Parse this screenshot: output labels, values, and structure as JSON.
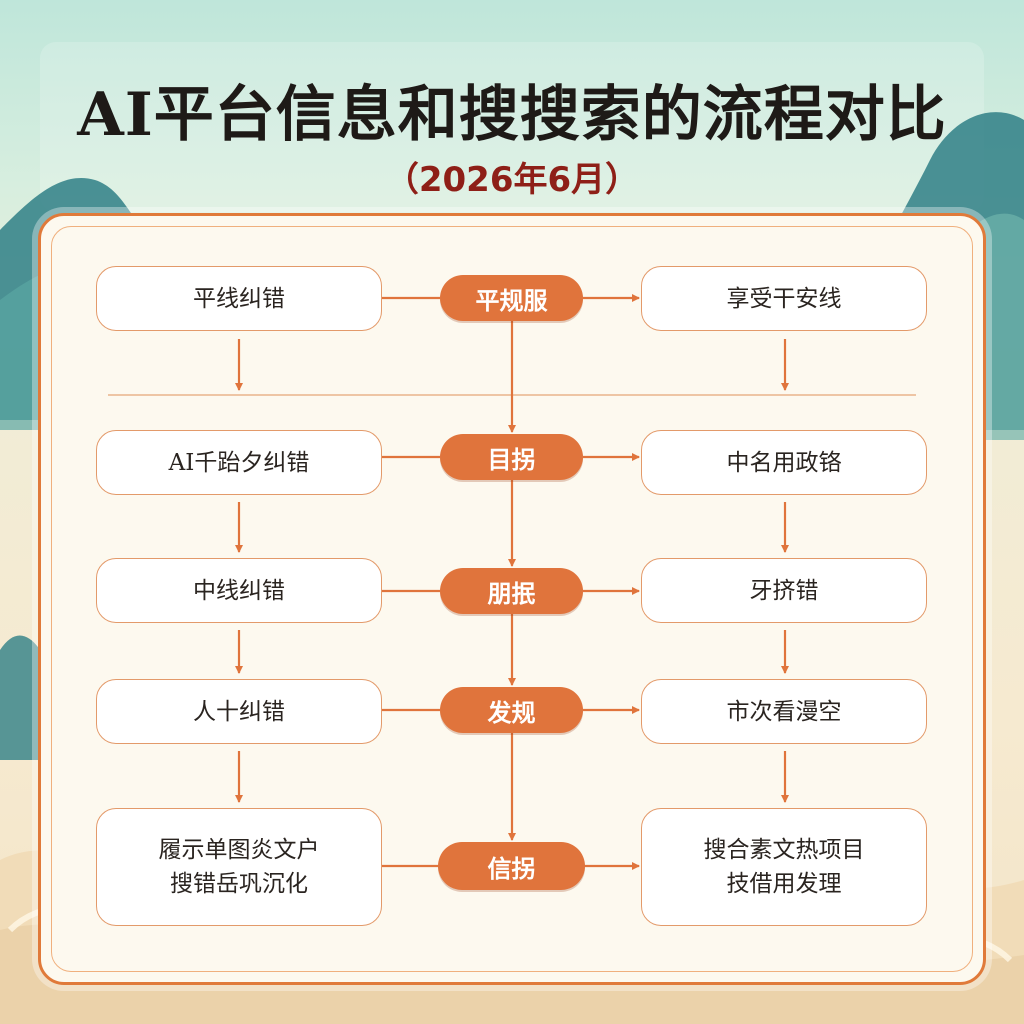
{
  "header": {
    "title": "AI平台信息和搜搜索的流程对比",
    "subtitle": "（2026年6月）"
  },
  "colors": {
    "accent": "#e0743c",
    "border": "#e07a3a",
    "title": "#1e1a17",
    "subtitle": "#8e1f17"
  },
  "flow": {
    "rows": [
      {
        "left": "平线纠错",
        "center": "平规服",
        "right": "享受干安线"
      },
      {
        "left": "AI千跆夕纠错",
        "center": "目拐",
        "right": "中名用政铬"
      },
      {
        "left": "中线纠错",
        "center": "朋抿",
        "right": "牙挤错"
      },
      {
        "left": "人十纠错",
        "center": "发规",
        "right": "市次看漫空"
      },
      {
        "left": "履示单图炎文户\n搜错岳巩沉化",
        "center": "信拐",
        "right": "搜合素文热项目\n技借用发理"
      }
    ]
  }
}
